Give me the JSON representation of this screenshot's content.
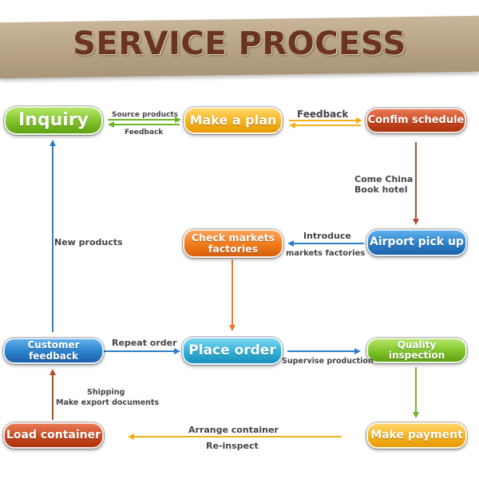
{
  "title": "SERVICE PROCESS",
  "nodes": {
    "inquiry": "Inquiry",
    "make_plan": "Make a plan",
    "confirm_schedule": "Confim schedule",
    "airport_pickup": "Airport pick up",
    "check_markets": "Check  markets\nfactories",
    "place_order": "Place order",
    "quality_inspection": "Quality inspection",
    "make_payment": "Make  payment",
    "load_container": "Load container",
    "customer_feedback": "Customer feedback"
  },
  "edge_labels": {
    "source_products": "Source products",
    "feedback_small": "Feedback",
    "feedback_large": "Feedback",
    "come_china": "Come China",
    "book_hotel": "Book hotel",
    "introduce": "Introduce",
    "markets_factories": "markets factories",
    "new_products": "New products",
    "repeat_order": "Repeat order",
    "supervise_production": "Supervise production",
    "shipping": "Shipping",
    "make_export_documents": "Make export documents",
    "arrange_container": "Arrange  container",
    "re_inspect": "Re-inspect"
  },
  "colors": {
    "green": "#7fc22a",
    "yellow": "#f6b11c",
    "red": "#c9471f",
    "blue": "#2a7fcb",
    "orange": "#f27a1a",
    "teal": "#2fb0d8",
    "banner_text": "#6a3420"
  }
}
